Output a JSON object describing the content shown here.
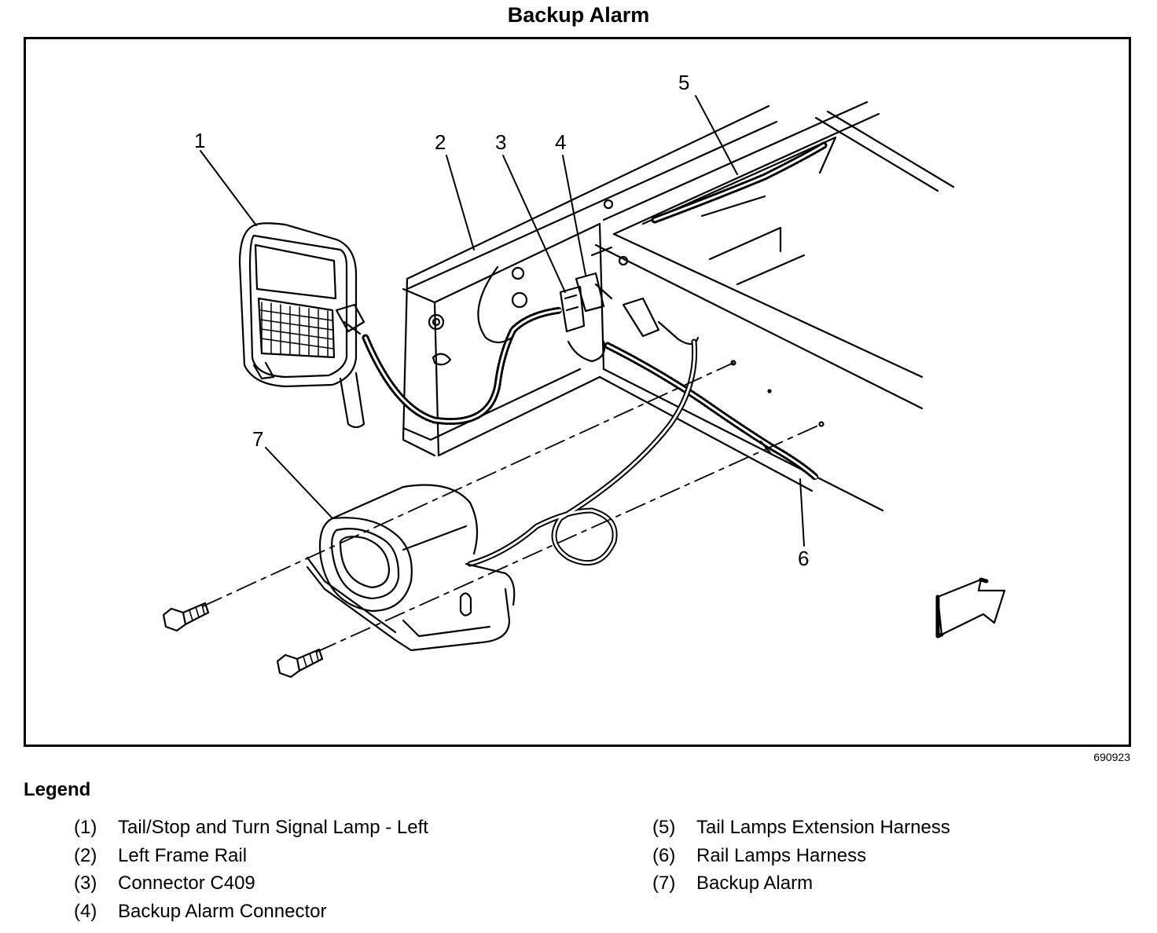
{
  "title": "Backup Alarm",
  "figure_id": "690923",
  "callouts": [
    "1",
    "2",
    "3",
    "4",
    "5",
    "6",
    "7"
  ],
  "legend": {
    "heading": "Legend",
    "items": [
      {
        "num": "(1)",
        "label": "Tail/Stop and Turn Signal Lamp - Left"
      },
      {
        "num": "(2)",
        "label": "Left Frame Rail"
      },
      {
        "num": "(3)",
        "label": "Connector C409"
      },
      {
        "num": "(4)",
        "label": "Backup Alarm Connector"
      },
      {
        "num": "(5)",
        "label": "Tail Lamps Extension Harness"
      },
      {
        "num": "(6)",
        "label": "Rail Lamps Harness"
      },
      {
        "num": "(7)",
        "label": "Backup Alarm"
      }
    ]
  },
  "colors": {
    "ink": "#000000",
    "paper": "#ffffff"
  },
  "icons": [
    "bolt-icon",
    "direction-arrow-icon"
  ]
}
